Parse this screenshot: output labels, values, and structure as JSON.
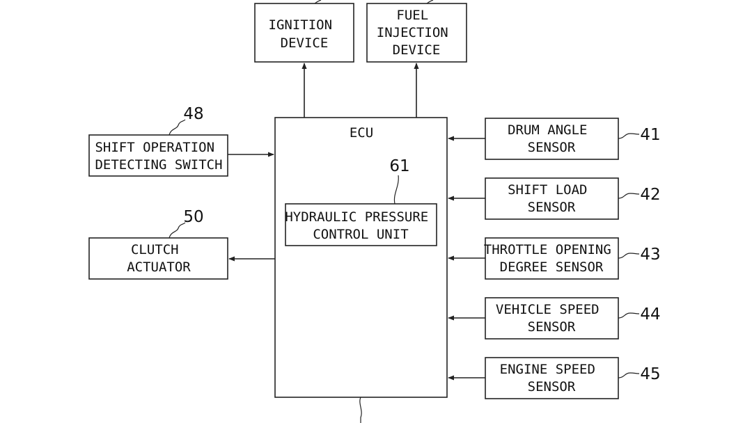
{
  "blocks": {
    "ignition": [
      "IGNITION",
      "DEVICE"
    ],
    "fuel": [
      "FUEL",
      "INJECTION",
      "DEVICE"
    ],
    "ecu": "ECU",
    "hydraulic": [
      "HYDRAULIC PRESSURE",
      "CONTROL UNIT"
    ],
    "shift_switch": [
      "SHIFT OPERATION",
      "DETECTING SWITCH"
    ],
    "clutch": [
      "CLUTCH",
      "ACTUATOR"
    ],
    "drum": [
      "DRUM ANGLE",
      "SENSOR"
    ],
    "shift_load": [
      "SHIFT LOAD",
      "SENSOR"
    ],
    "throttle": [
      "THROTTLE OPENING",
      "DEGREE SENSOR"
    ],
    "vehicle_speed": [
      "VEHICLE SPEED",
      "SENSOR"
    ],
    "engine_speed": [
      "ENGINE SPEED",
      "SENSOR"
    ]
  },
  "refs": {
    "shift_switch": "48",
    "clutch": "50",
    "hydraulic": "61",
    "drum": "41",
    "shift_load": "42",
    "throttle": "43",
    "vehicle_speed": "44",
    "engine_speed": "45"
  }
}
